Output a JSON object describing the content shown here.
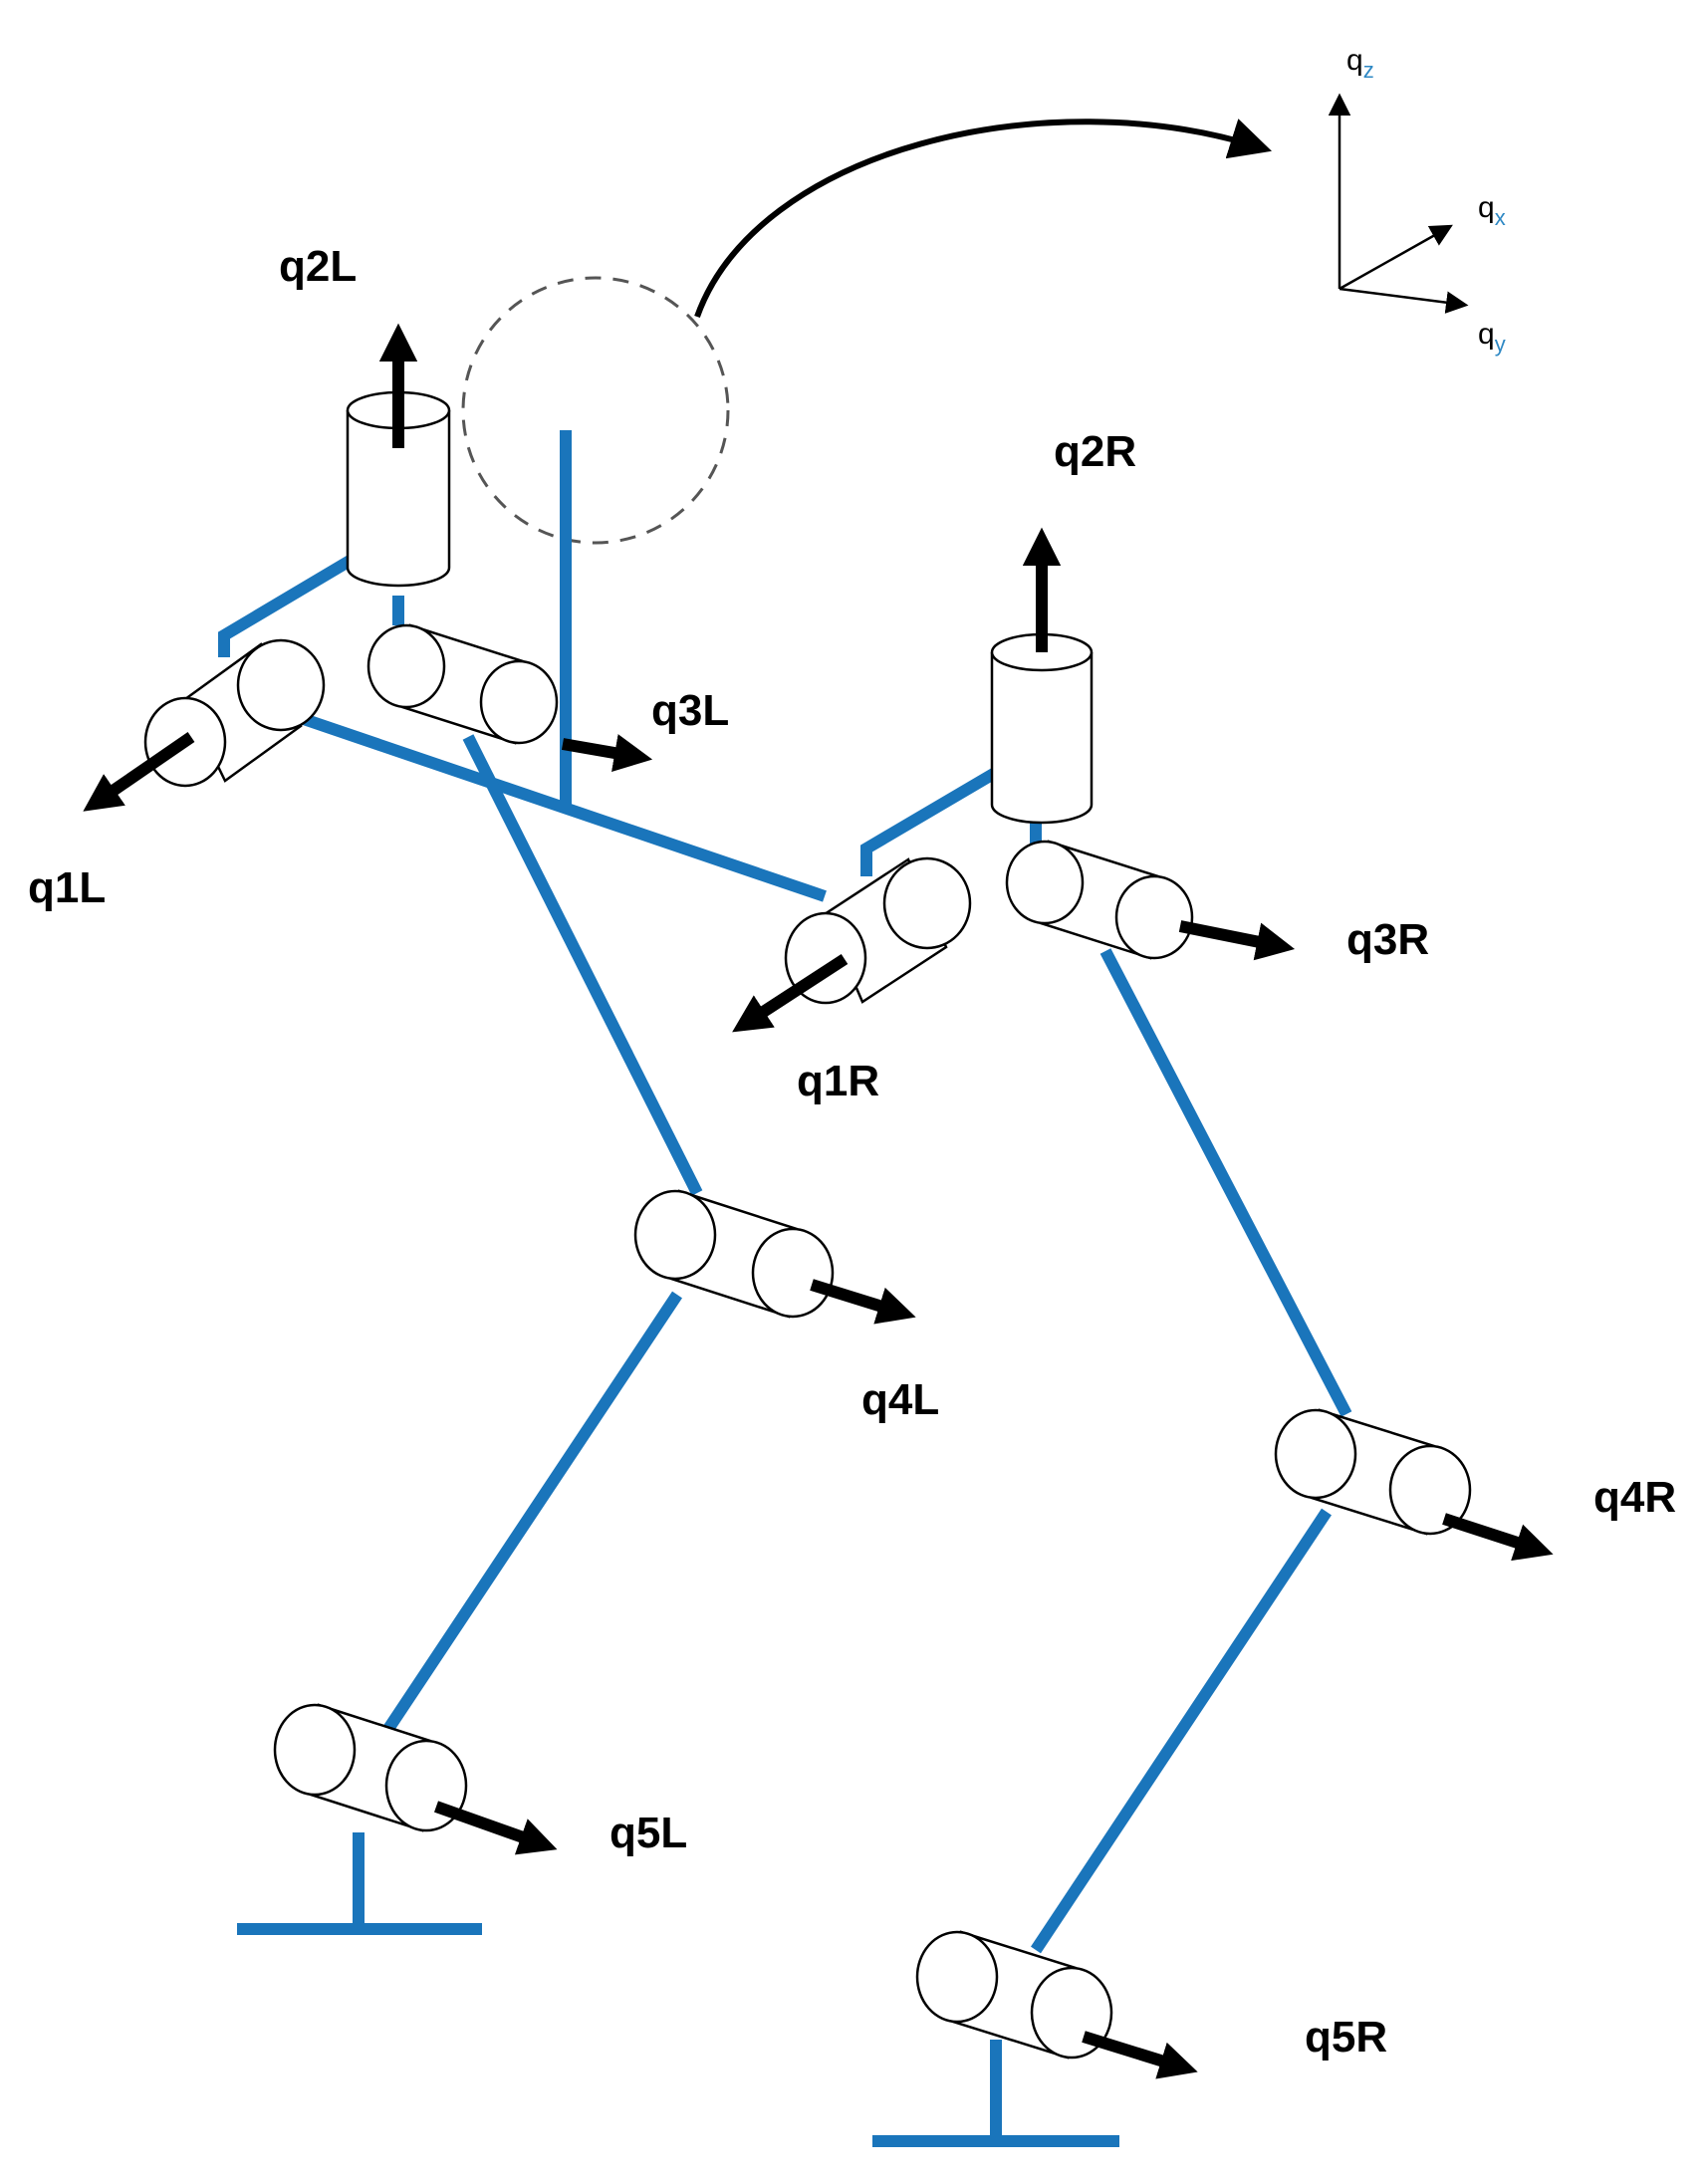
{
  "colors": {
    "link": "#1a75bb",
    "arrow": "#000000",
    "background": "#ffffff"
  },
  "frame": {
    "z": {
      "base": "q",
      "sub": "z"
    },
    "x": {
      "base": "q",
      "sub": "x"
    },
    "y": {
      "base": "q",
      "sub": "y"
    }
  },
  "joints": {
    "q1L": "q1L",
    "q2L": "q2L",
    "q3L": "q3L",
    "q4L": "q4L",
    "q5L": "q5L",
    "q1R": "q1R",
    "q2R": "q2R",
    "q3R": "q3R",
    "q4R": "q4R",
    "q5R": "q5R"
  }
}
